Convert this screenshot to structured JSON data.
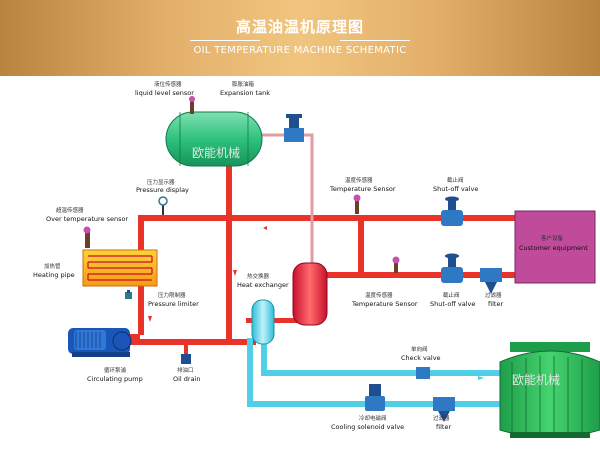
{
  "header": {
    "title": "高温油温机原理图",
    "subtitle": "OIL TEMPERATURE MACHINE SCHEMATIC"
  },
  "labels": {
    "liquid_level_cn": "液位传感器",
    "liquid_level_en": "liquid level sensor",
    "expansion_cn": "膨胀油箱",
    "expansion_en": "Expansion tank",
    "pressure_display_cn": "压力显示器",
    "pressure_display_en": "Pressure display",
    "over_temp_cn": "超温传感器",
    "over_temp_en": "Over temperature sensor",
    "heating_pipe_cn": "加热管",
    "heating_pipe_en": "Heating pipe",
    "pressure_limiter_cn": "压力限制器",
    "pressure_limiter_en": "Pressure limiter",
    "heat_exchanger_cn": "热交换器",
    "heat_exchanger_en": "Heat exchanger",
    "temp_sensor_top_cn": "温度传感器",
    "temp_sensor_top_en": "Temperature Sensor",
    "shutoff_top_cn": "截止阀",
    "shutoff_top_en": "Shut-off valve",
    "customer_cn": "客户设备",
    "customer_en": "Customer equipment",
    "temp_sensor_bot_cn": "温度传感器",
    "temp_sensor_bot_en": "Temperature Sensor",
    "shutoff_bot_cn": "截止阀",
    "shutoff_bot_en": "Shut-off valve",
    "filter_mid_cn": "过滤器",
    "filter_mid_en": "filter",
    "pump_cn": "循环泵浦",
    "pump_en": "Circulating pump",
    "oil_drain_cn": "排油口",
    "oil_drain_en": "Oil drain",
    "check_valve_cn": "单向阀",
    "check_valve_en": "Check valve",
    "solenoid_cn": "冷却电磁阀",
    "solenoid_en": "Cooling solenoid valve",
    "filter_bot_cn": "过滤器",
    "filter_bot_en": "filter"
  },
  "watermark": "欧能机械",
  "colors": {
    "oil_pipe": "#e8322a",
    "water_pipe": "#4fd0e6",
    "tank": "#2ec27e",
    "customer_box": "#c04b9a",
    "banner": "#e3b06a"
  }
}
